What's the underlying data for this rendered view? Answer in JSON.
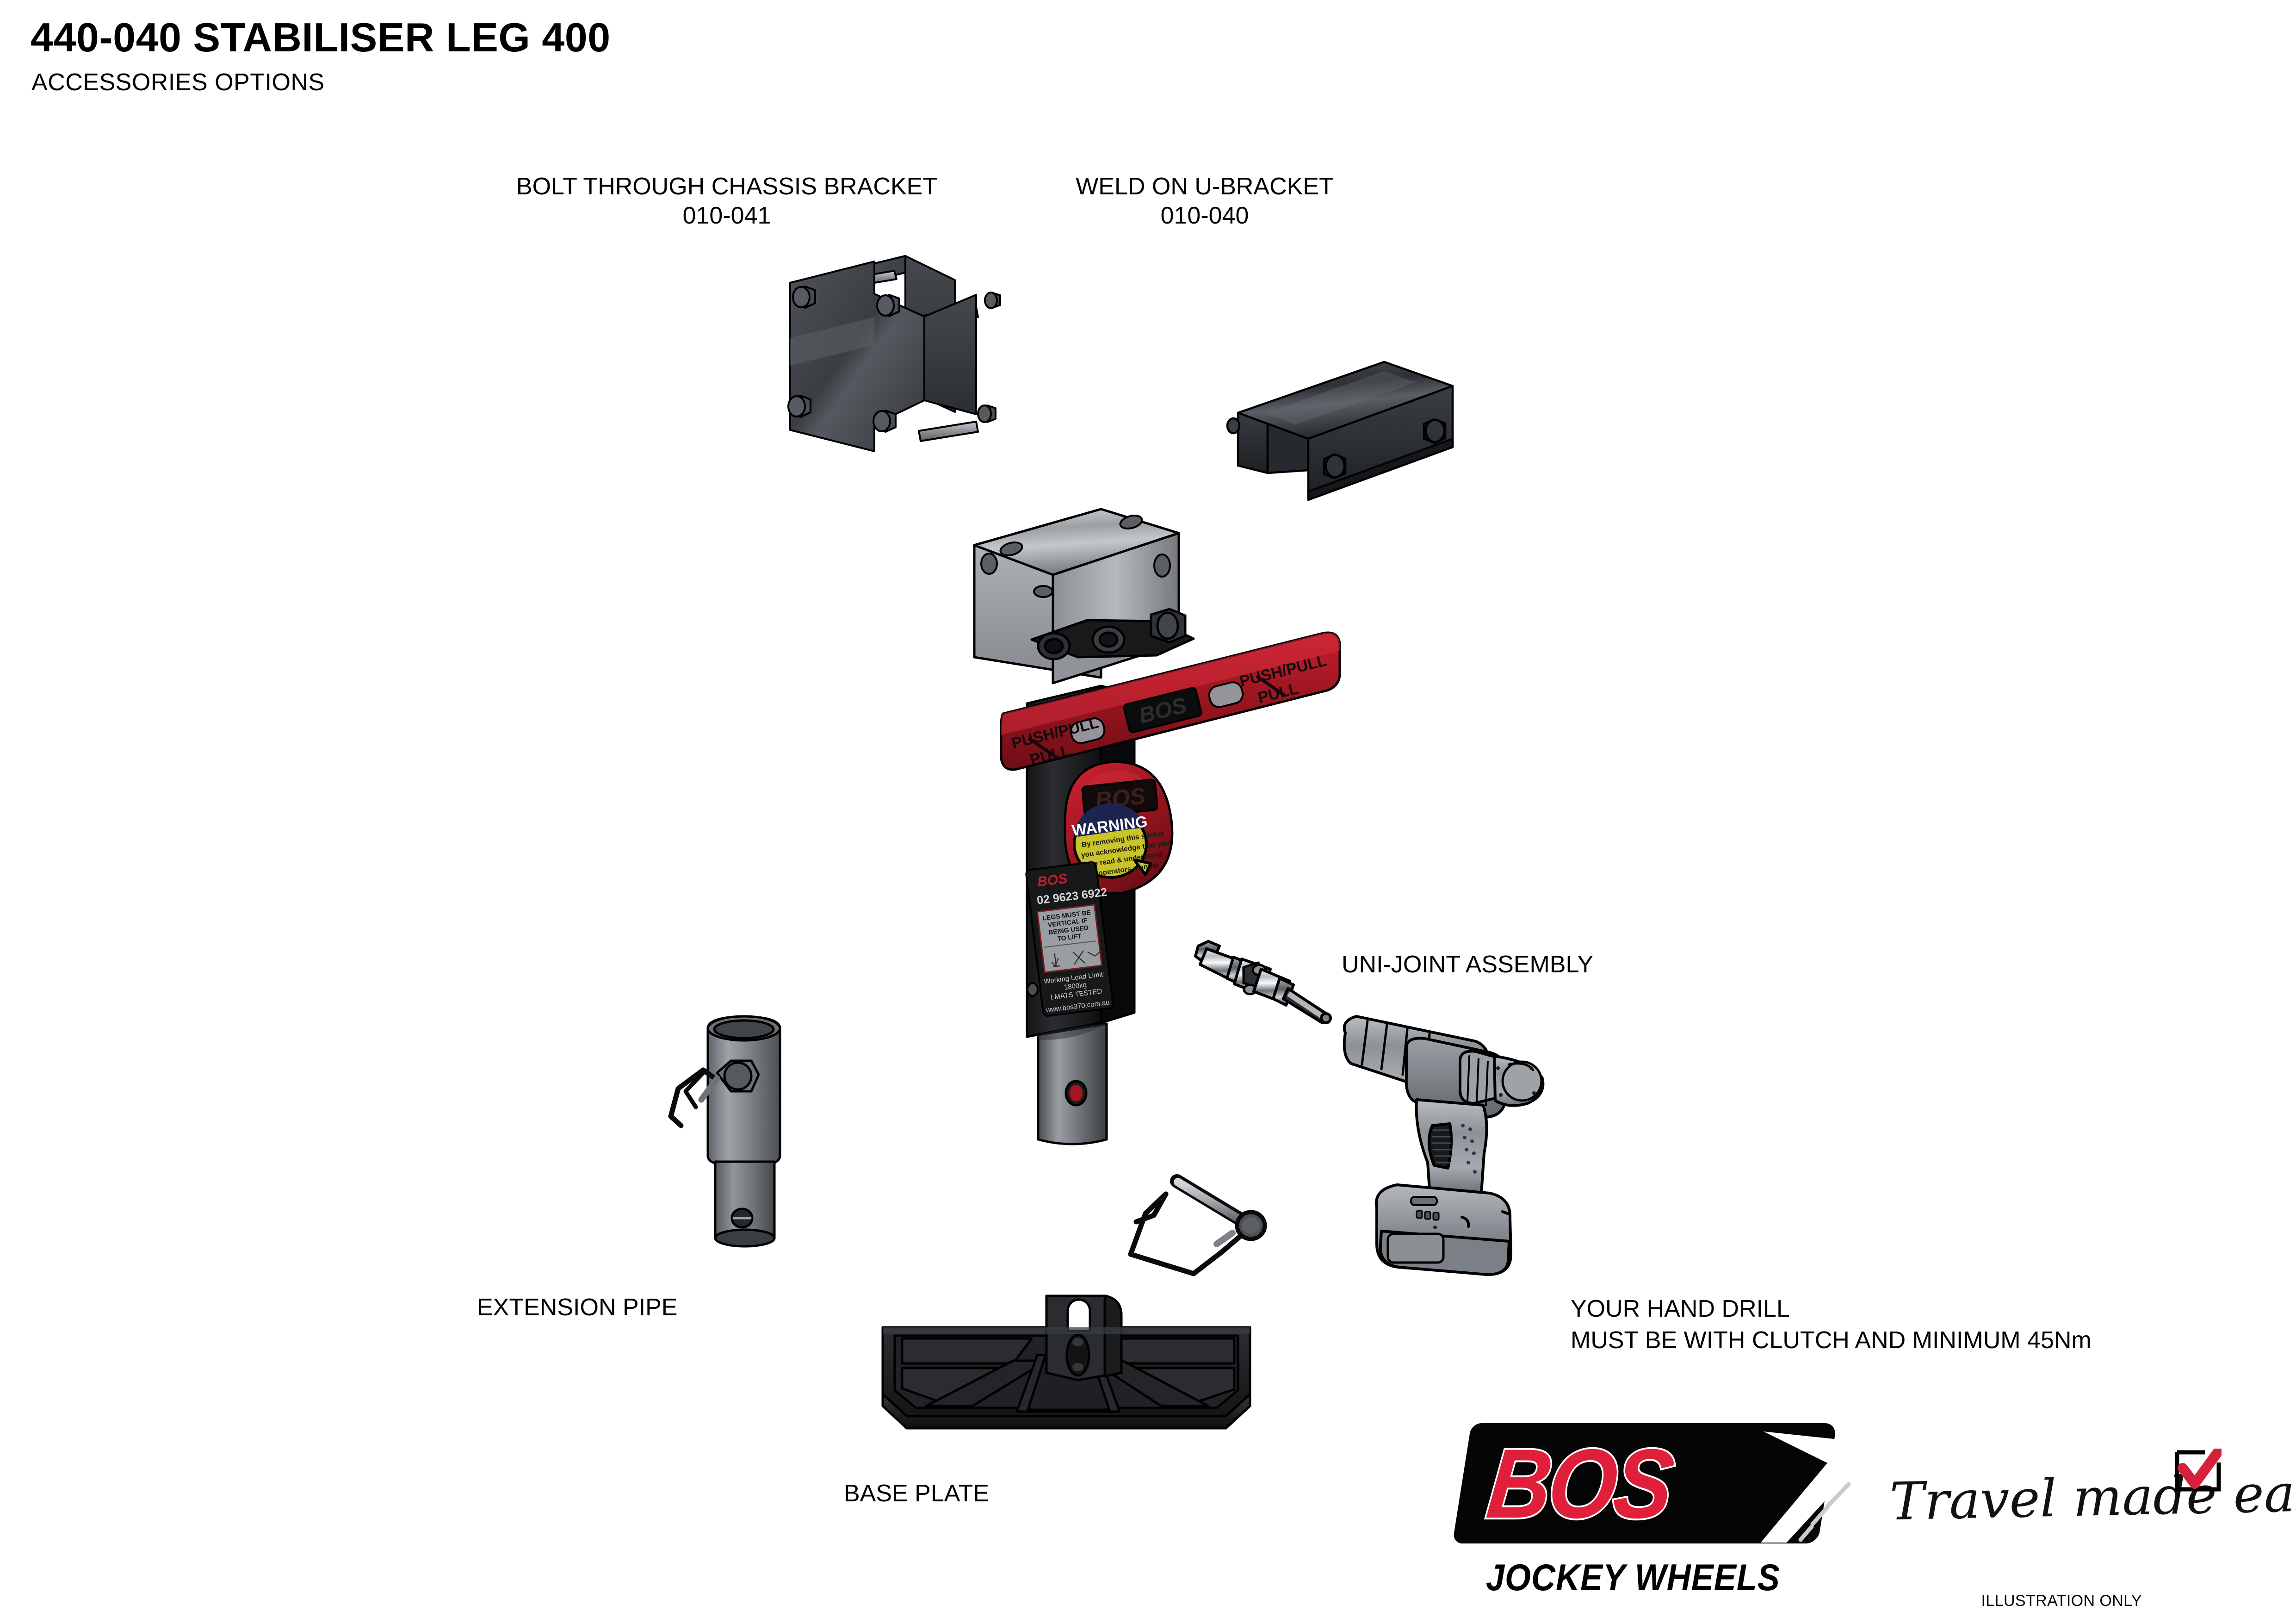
{
  "header": {
    "title": "440-040 STABILISER LEG 400",
    "subtitle": "ACCESSORIES OPTIONS"
  },
  "callouts": {
    "bolt_bracket": {
      "name": "BOLT THROUGH CHASSIS BRACKET",
      "part_number": "010-041"
    },
    "weld_bracket": {
      "name": "WELD ON U-BRACKET",
      "part_number": "010-040"
    },
    "uni_joint": {
      "name": "UNI-JOINT ASSEMBLY"
    },
    "extension_pipe": {
      "name": "EXTENSION PIPE"
    },
    "base_plate": {
      "name": "BASE PLATE"
    },
    "hand_drill": {
      "line1": "YOUR HAND DRILL",
      "line2": "MUST BE WITH CLUTCH AND MINIMUM 45Nm"
    }
  },
  "product_markings": {
    "handle_left": "PUSH/PULL",
    "handle_right": "PUSH/PULL",
    "handle_brand": "BOS",
    "drum_brand": "BOS",
    "warning_sticker": {
      "heading": "WARNING",
      "body": "By removing this sticker you acknowledge that you have read & understand the operators manual"
    },
    "spec_label": {
      "brand": "BOS",
      "phone": "02 9623 6922",
      "notice": "LEGS MUST BE VERTICAL IF BEING USED TO LIFT",
      "wll_label": "Working Load Limit:",
      "wll_value": "1800kg",
      "tested": "LMATS  TESTED",
      "website": "www.bos370.com.au"
    }
  },
  "branding": {
    "logo_word": "BOS",
    "logo_sub": "JOCKEY WHEELS",
    "tagline": "Travel made easy",
    "disclaimer": "ILLUSTRATION ONLY"
  },
  "colors": {
    "brand_red": "#E0203A",
    "part_red": "#A21722",
    "steel_grey": "#8A8D90",
    "dark_grey": "#3C4044",
    "black_part": "#1B1C1E",
    "warning_yellow": "#C9C42C",
    "warning_navy": "#1E2450",
    "outline": "#000000"
  }
}
